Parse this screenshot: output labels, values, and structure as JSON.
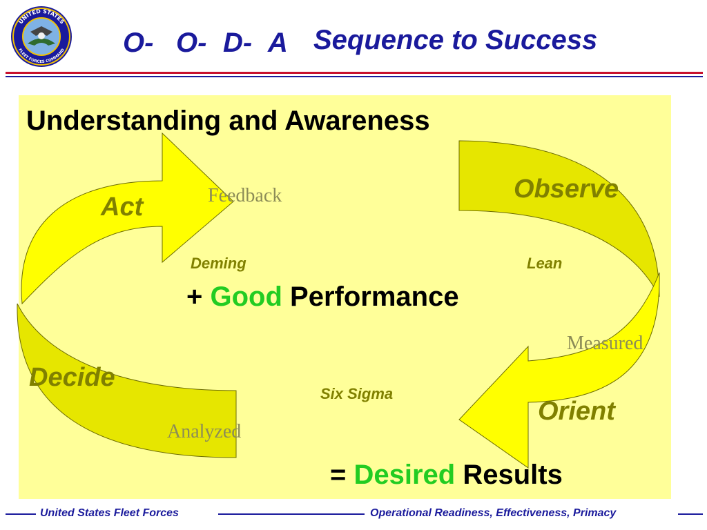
{
  "header": {
    "logo": {
      "icon": "fleet-forces-seal",
      "ring_text_top": "UNITED STATES",
      "ring_text_bottom": "FLEET FORCES COMMAND"
    },
    "title_parts": [
      "O-",
      "O-",
      "D-",
      "A"
    ],
    "title_main": "Sequence to Success"
  },
  "panel": {
    "heading": "Understanding and Awareness",
    "stages": {
      "act": "Act",
      "observe": "Observe",
      "decide": "Decide",
      "orient": "Orient"
    },
    "notes": {
      "feedback": "Feedback",
      "measured": "Measured",
      "analyzed": "Analyzed"
    },
    "methods": {
      "deming": "Deming",
      "lean": "Lean",
      "six_sigma": "Six Sigma"
    },
    "performance": {
      "prefix": "+",
      "highlight": "Good",
      "rest": "Performance"
    },
    "results": {
      "prefix": "=",
      "highlight": "Desired",
      "rest": "Results"
    }
  },
  "footer": {
    "left": "United States Fleet Forces",
    "right": "Operational Readiness, Effectiveness, Primacy"
  },
  "colors": {
    "title_blue": "#1a1a9c",
    "rule_red": "#c8102e",
    "panel_yellow": "#ffff99",
    "arrow_yellow": "#ffff00",
    "arrow_shadow": "#e6e600",
    "stage_olive": "#808000",
    "green_highlight": "#22cc22"
  }
}
